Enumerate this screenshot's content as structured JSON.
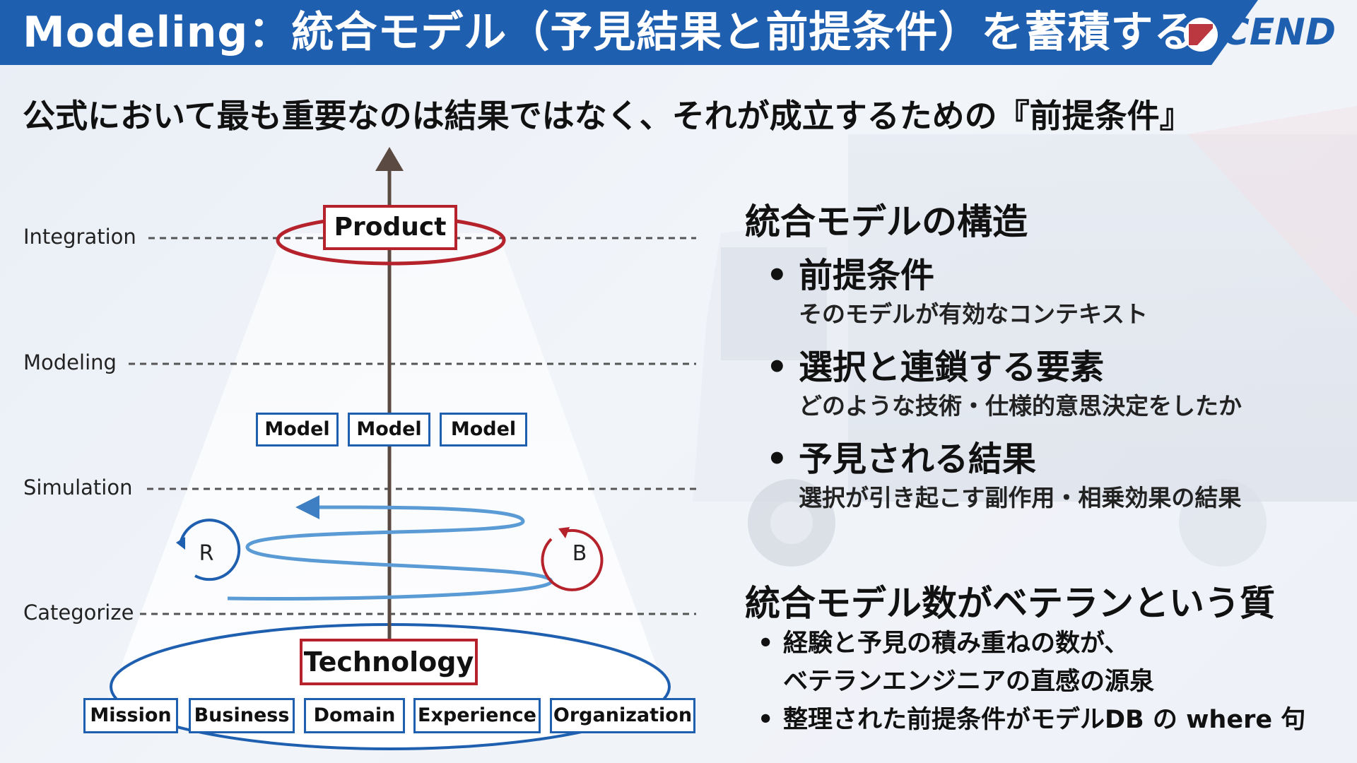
{
  "header": {
    "title": "Modeling：統合モデル（予見結果と前提条件）を蓄積する",
    "logo": "CEND",
    "color_primary": "#1f5fb0",
    "color_accent": "#b5222b"
  },
  "subtitle": "公式において最も重要なのは結果ではなく、それが成立するための『前提条件』",
  "diagram": {
    "levels": [
      "Integration",
      "Modeling",
      "Simulation",
      "Categorize"
    ],
    "top_box": "Product",
    "models": [
      "Model",
      "Model",
      "Model"
    ],
    "bottom_box": "Technology",
    "foundation": [
      "Mission",
      "Business",
      "Domain",
      "Experience",
      "Organization"
    ],
    "loop_left": "R",
    "loop_right": "B"
  },
  "right": {
    "section1_title": "統合モデルの構造",
    "items": [
      {
        "title": "前提条件",
        "desc": "そのモデルが有効なコンテキスト"
      },
      {
        "title": "選択と連鎖する要素",
        "desc": "どのような技術・仕様的意思決定をしたか"
      },
      {
        "title": "予見される結果",
        "desc": "選択が引き起こす副作用・相乗効果の結果"
      }
    ],
    "section2_title": "統合モデル数がベテランという質",
    "points": [
      {
        "line1": "経験と予見の積み重ねの数が、",
        "line2": "ベテランエンジニアの直感の源泉"
      },
      {
        "line1": "整理された前提条件がモデルDB の where 句"
      }
    ]
  }
}
